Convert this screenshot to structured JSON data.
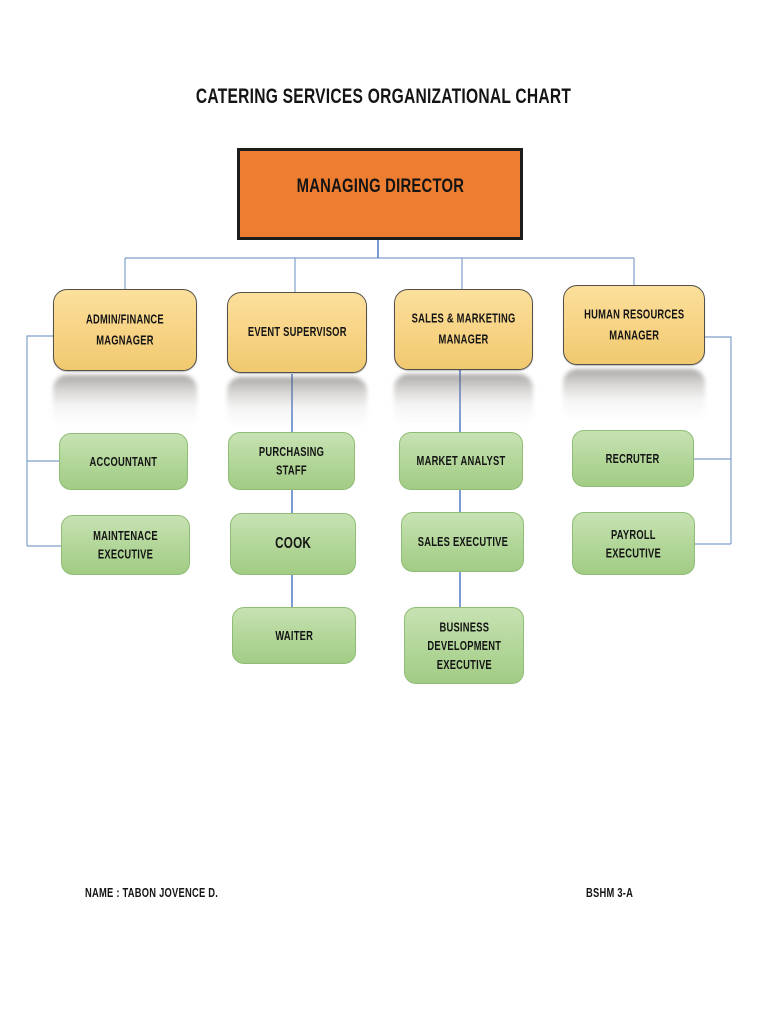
{
  "page": {
    "title": "CATERING SERVICES ORGANIZATIONAL CHART",
    "footer": {
      "name": "NAME : TABON JOVENCE D.",
      "section": "BSHM 3-A"
    }
  },
  "chart": {
    "type": "org-chart",
    "root": {
      "label": "MANAGING DIRECTOR"
    },
    "managers": [
      {
        "label": "ADMIN/FINANCE\nMAGNAGER",
        "reports": [
          "ACCOUNTANT",
          "MAINTENACE EXECUTIVE"
        ]
      },
      {
        "label": "EVENT SUPERVISOR",
        "reports": [
          "PURCHASING STAFF",
          "COOK",
          "WAITER"
        ]
      },
      {
        "label": "SALES & MARKETING\nMANAGER",
        "reports": [
          "MARKET ANALYST",
          "SALES EXECUTIVE",
          "BUSINESS DEVELOPMENT EXECUTIVE"
        ]
      },
      {
        "label": "HUMAN RESOURCES\nMANAGER",
        "reports": [
          "RECRUTER",
          "PAYROLL EXECUTIVE"
        ]
      }
    ],
    "staff": [
      {
        "label": "ACCOUNTANT"
      },
      {
        "label": "MAINTENACE\nEXECUTIVE"
      },
      {
        "label": "PURCHASING STAFF"
      },
      {
        "label": "COOK"
      },
      {
        "label": "WAITER"
      },
      {
        "label": "MARKET ANALYST"
      },
      {
        "label": "SALES EXECUTIVE"
      },
      {
        "label": "BUSINESS\nDEVELOPMENT\nEXECUTIVE"
      },
      {
        "label": "RECRUTER"
      },
      {
        "label": "PAYROLL\nEXECUTIVE"
      }
    ]
  },
  "colors": {
    "director_fill": "#ED7D31",
    "manager_fill": "#F8D588",
    "staff_fill": "#AFD496",
    "connector_blue": "#4472C4",
    "connector_rail": "#7F9FCC",
    "text": "#141414",
    "background": "#FFFFFF"
  }
}
